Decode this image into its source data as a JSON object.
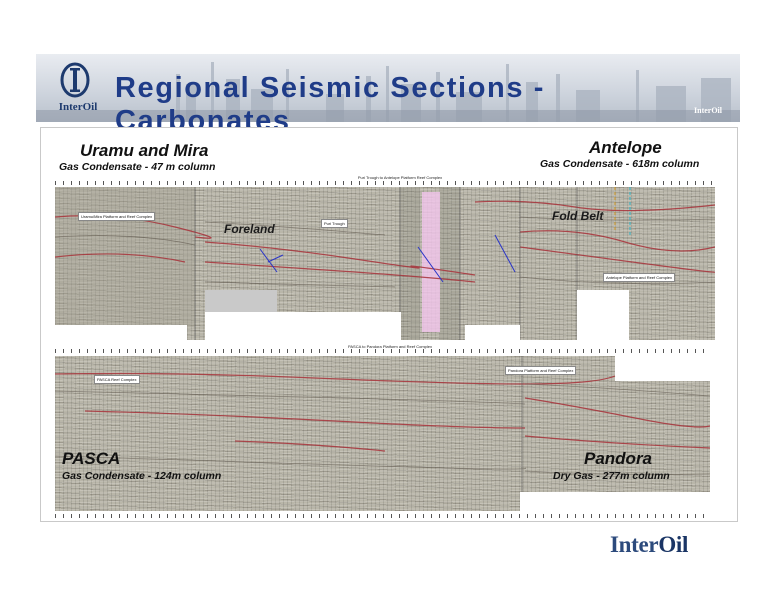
{
  "header": {
    "title": "Regional Seismic Sections - Carbonates",
    "logo_text": "InterOil",
    "banner_brand": "InterOil"
  },
  "upper_section": {
    "section_title": "Puri Trough to Antelope Platform Reef Complex",
    "uramu": {
      "name": "Uramu and Mira",
      "detail": "Gas Condensate - 47 m column"
    },
    "antelope": {
      "name": "Antelope",
      "detail": "Gas Condensate - 618m column"
    },
    "foreland_label": "Foreland",
    "fold_belt_label": "Fold Belt",
    "boxes": {
      "uramu_box": "Uramu/Mira Platform and Reef Complex",
      "puri_box": "Puri Trough",
      "antelope_box": "Antelope Platform and Reef Complex"
    }
  },
  "lower_section": {
    "section_title": "PASCA to Pandora Platform and Reef Complex",
    "pasca": {
      "name": "PASCA",
      "detail": "Gas Condensate - 124m column"
    },
    "pandora": {
      "name": "Pandora",
      "detail": "Dry Gas - 277m column"
    },
    "boxes": {
      "pasca_box": "PASCA Reef Complex",
      "pandora_box": "Pandora Platform and Reef Complex"
    }
  },
  "footer": {
    "brand_inter": "Inter",
    "brand_oil": "Oil"
  },
  "colors": {
    "title_blue": "#1f3c88",
    "reflector_red": "#a8323a",
    "fault_blue": "#2a35c8",
    "highlight_pink": "#f3c6ec"
  }
}
